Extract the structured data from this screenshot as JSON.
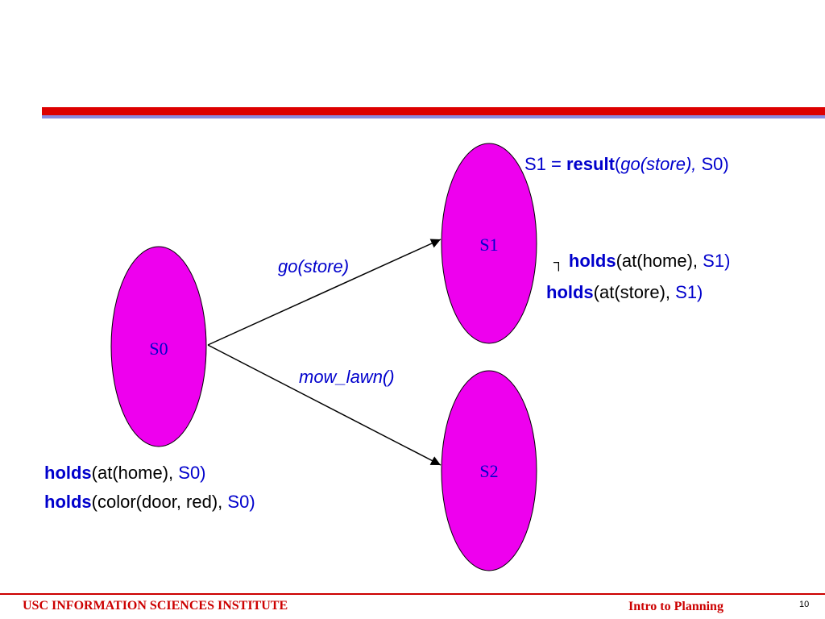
{
  "nodes": {
    "s0": {
      "label": "S0",
      "fill": "#ee00ee"
    },
    "s1": {
      "label": "S1",
      "fill": "#ee00ee"
    },
    "s2": {
      "label": "S2",
      "fill": "#ee00ee"
    }
  },
  "edges": {
    "go_store": "go(store)",
    "mow_lawn": "mow_lawn()"
  },
  "s1_definition": {
    "lhs": "S1 = ",
    "func": "result",
    "open": "(",
    "action": "go(store),",
    "arg": " S0)"
  },
  "s1_facts": {
    "neg_symbol": "┐",
    "line1": {
      "pred": "holds",
      "args": "(at(home), ",
      "state": "S1)"
    },
    "line2": {
      "pred": "holds",
      "args": "(at(store), ",
      "state": "S1)"
    }
  },
  "s0_facts": {
    "line1": {
      "pred": "holds",
      "args": "(at(home), ",
      "state": "S0)"
    },
    "line2": {
      "pred": "holds",
      "args": "(color(door, red), ",
      "state": "S0)"
    }
  },
  "footer": {
    "institute": "USC INFORMATION SCIENCES INSTITUTE",
    "course": "Intro to Planning",
    "page": "10"
  },
  "colors": {
    "accent_red": "#dd0000",
    "accent_blue": "#8a8ae0",
    "node_fill": "#ee00ee",
    "text_blue": "#0000cc"
  }
}
